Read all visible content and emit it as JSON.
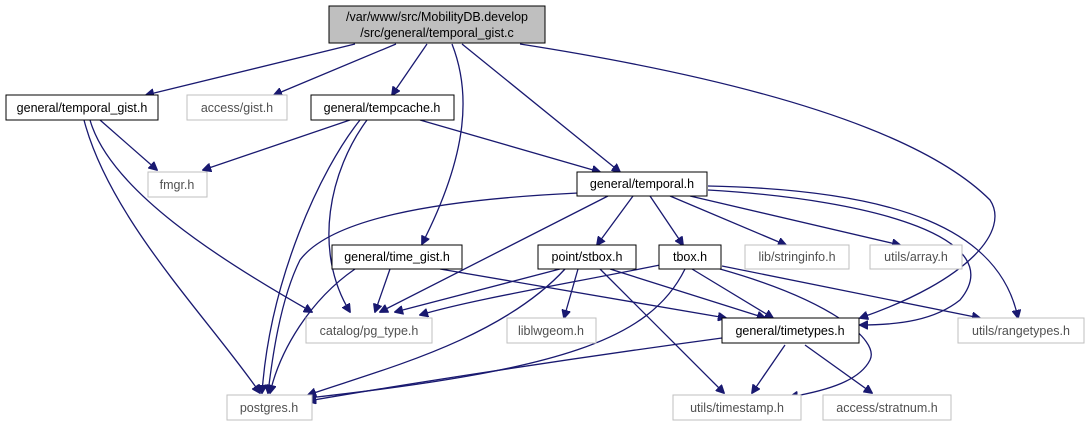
{
  "colors": {
    "edge": "#191970",
    "root_fill": "#bfbfbf",
    "documented_border": "#000000",
    "external_border": "#bfbfbf",
    "node_fill": "#ffffff"
  },
  "graph": {
    "root": {
      "line1": "/var/www/src/MobilityDB.develop",
      "line2": "/src/general/temporal_gist.c"
    },
    "nodes": {
      "temporal_gist_h": "general/temporal_gist.h",
      "access_gist_h": "access/gist.h",
      "tempcache_h": "general/tempcache.h",
      "fmgr_h": "fmgr.h",
      "temporal_h": "general/temporal.h",
      "time_gist_h": "general/time_gist.h",
      "stbox_h": "point/stbox.h",
      "tbox_h": "tbox.h",
      "stringinfo_h": "lib/stringinfo.h",
      "array_h": "utils/array.h",
      "pg_type_h": "catalog/pg_type.h",
      "liblwgeom_h": "liblwgeom.h",
      "timetypes_h": "general/timetypes.h",
      "rangetypes_h": "utils/rangetypes.h",
      "postgres_h": "postgres.h",
      "timestamp_h": "utils/timestamp.h",
      "stratnum_h": "access/stratnum.h"
    }
  }
}
